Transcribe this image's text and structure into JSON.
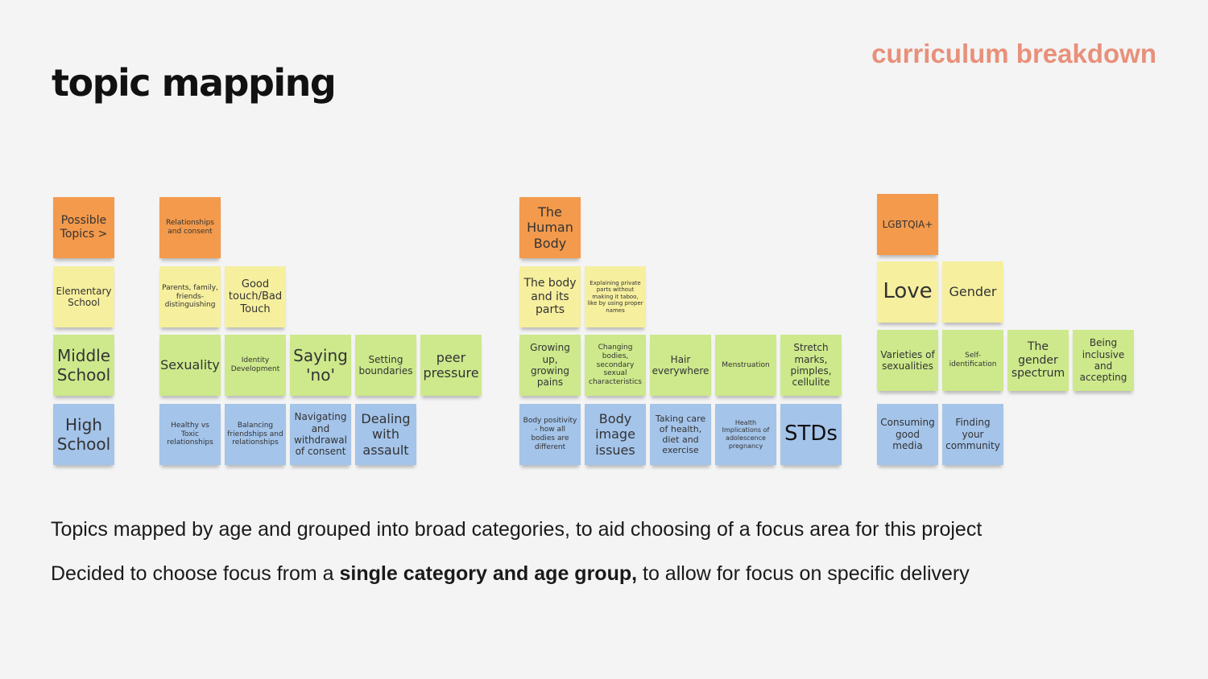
{
  "title": "topic mapping",
  "subtitle": "curriculum breakdown",
  "labels": {
    "header": "Possible Topics >",
    "elementary": "Elementary School",
    "middle": "Middle School",
    "high": "High School"
  },
  "relationships": {
    "header": "Relationships and consent",
    "elementary": [
      "Parents, family, friends- distinguishing",
      "Good touch/Bad Touch"
    ],
    "middle": [
      "Sexuality",
      "Identity Development",
      "Saying 'no'",
      "Setting boundaries",
      "peer pressure"
    ],
    "high": [
      "Healthy vs Toxic relationships",
      "Balancing friendships and relationships",
      "Navigating and withdrawal of consent",
      "Dealing with assault"
    ]
  },
  "body": {
    "header": "The Human Body",
    "elementary": [
      "The body and its parts",
      "Explaining private parts without making it taboo, like by using proper names"
    ],
    "middle": [
      "Growing up, growing pains",
      "Changing bodies, secondary sexual characteristics",
      "Hair everywhere",
      "Menstruation",
      "Stretch marks, pimples, cellulite"
    ],
    "high": [
      "Body positivity - how all bodies are different",
      "Body image issues",
      "Taking care of health, diet and exercise",
      "Health Implications of adolescence pregnancy",
      "STDs"
    ]
  },
  "lgbtq": {
    "header": "LGBTQIA+",
    "elementary": [
      "Love",
      "Gender"
    ],
    "middle": [
      "Varieties of sexualities",
      "Self- identification",
      "The gender spectrum",
      "Being inclusive and accepting"
    ],
    "high": [
      "Consuming good media",
      "Finding your community"
    ]
  },
  "paragraphs": {
    "p1": "Topics mapped by age and grouped into broad categories, to aid choosing of a focus area for this project",
    "p2_pre": "Decided to choose focus from a ",
    "p2_bold": "single category and age group,",
    "p2_post": " to allow for focus on specific delivery"
  }
}
